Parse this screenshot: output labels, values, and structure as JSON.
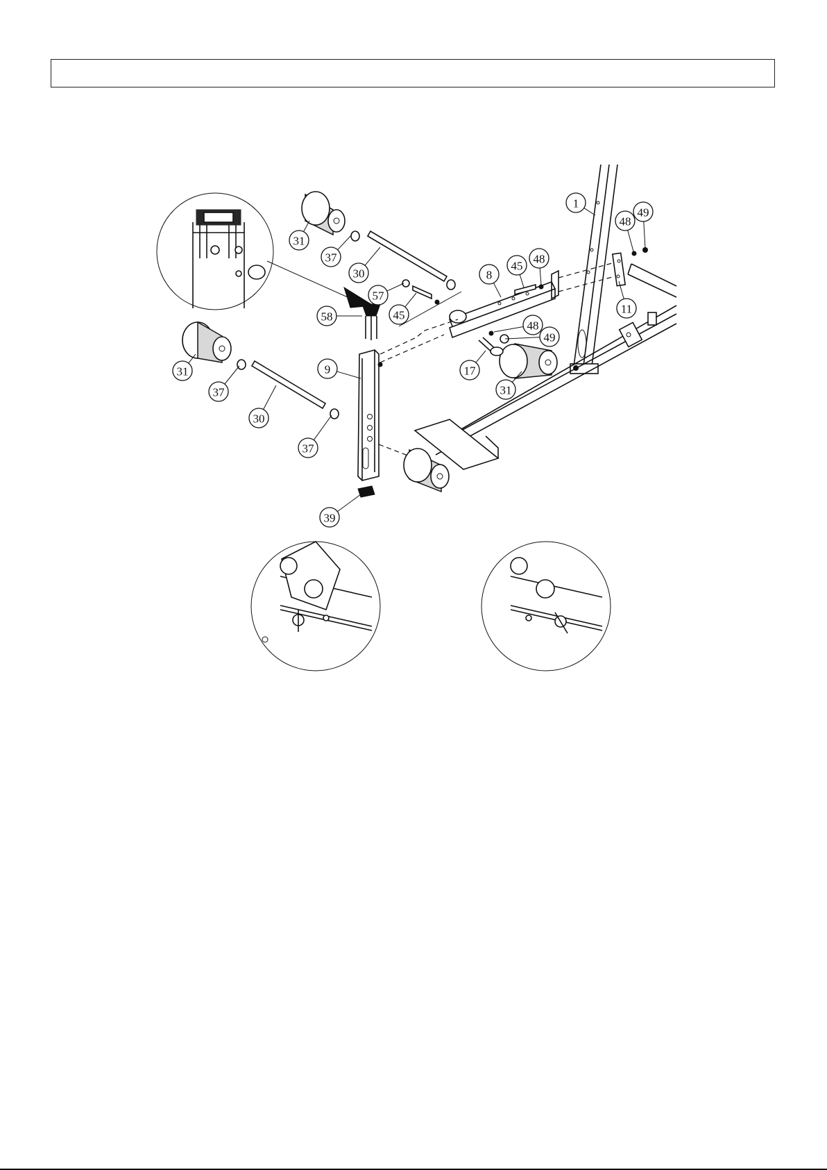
{
  "header": {
    "step_title": ""
  },
  "callouts": [
    {
      "id": "c1",
      "label": "1"
    },
    {
      "id": "c49a",
      "label": "49"
    },
    {
      "id": "c48a",
      "label": "48"
    },
    {
      "id": "c48b",
      "label": "48"
    },
    {
      "id": "c45a",
      "label": "45"
    },
    {
      "id": "c8",
      "label": "8"
    },
    {
      "id": "c11",
      "label": "11"
    },
    {
      "id": "c48c",
      "label": "48"
    },
    {
      "id": "c49b",
      "label": "49"
    },
    {
      "id": "c17",
      "label": "17"
    },
    {
      "id": "c31c",
      "label": "31"
    },
    {
      "id": "c31a",
      "label": "31"
    },
    {
      "id": "c37a",
      "label": "37"
    },
    {
      "id": "c30a",
      "label": "30"
    },
    {
      "id": "c57",
      "label": "57"
    },
    {
      "id": "c45b",
      "label": "45"
    },
    {
      "id": "c58",
      "label": "58"
    },
    {
      "id": "c31b",
      "label": "31"
    },
    {
      "id": "c9",
      "label": "9"
    },
    {
      "id": "c37b",
      "label": "37"
    },
    {
      "id": "c30b",
      "label": "30"
    },
    {
      "id": "c37c",
      "label": "37"
    },
    {
      "id": "c39",
      "label": "39"
    }
  ]
}
